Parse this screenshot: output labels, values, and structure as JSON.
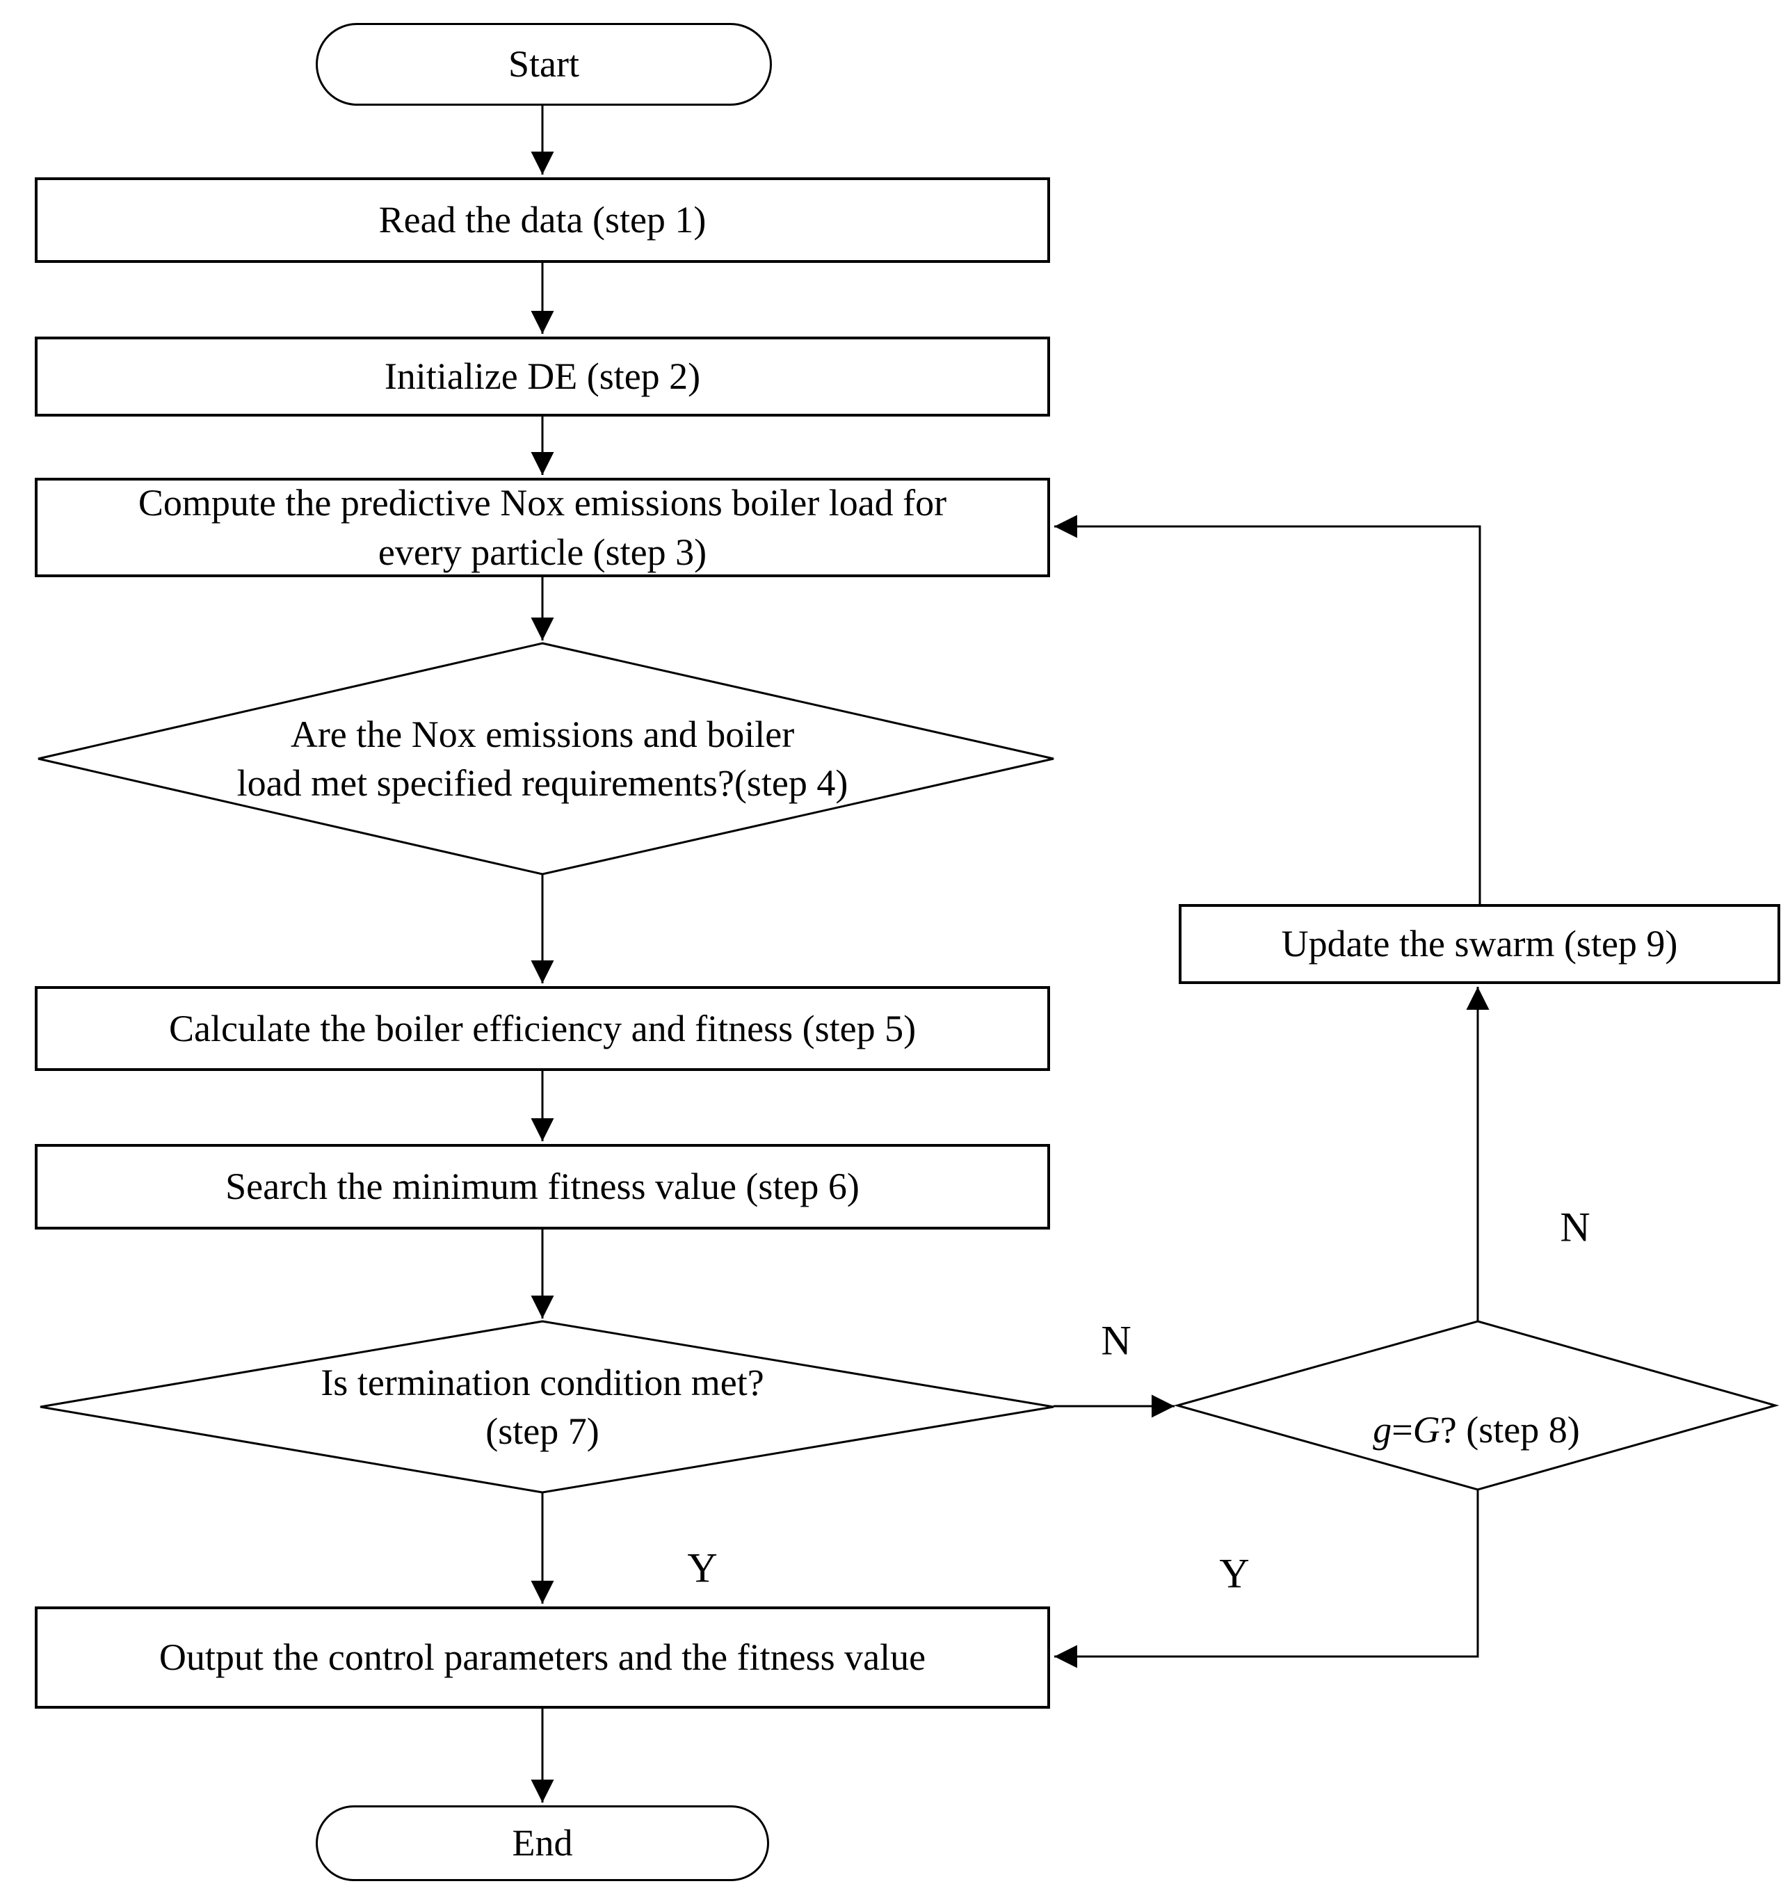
{
  "flowchart": {
    "colors": {
      "stroke": "#000000",
      "background": "#ffffff"
    },
    "nodes": {
      "start": {
        "label": "Start"
      },
      "step1": {
        "label": "Read the data (step 1)"
      },
      "step2": {
        "label": "Initialize DE (step 2)"
      },
      "step3": {
        "label": "Compute the predictive Nox emissions boiler load for\nevery particle (step 3)"
      },
      "step4": {
        "label": "Are the Nox emissions and boiler\nload met specified requirements?(step 4)"
      },
      "step5": {
        "label": "Calculate the boiler efficiency and fitness (step 5)"
      },
      "step6": {
        "label": "Search the minimum fitness value (step 6)"
      },
      "step7": {
        "label": "Is termination condition met?\n(step 7)"
      },
      "step8": {
        "var1": "g",
        "eq": "=",
        "var2": "G",
        "rest": "? (step 8)"
      },
      "step9": {
        "label": "Update the swarm (step 9)"
      },
      "output": {
        "label": "Output the control parameters and the fitness value"
      },
      "end": {
        "label": "End"
      }
    },
    "branch_labels": {
      "step7_no": "N",
      "step7_yes": "Y",
      "step8_no": "N",
      "step8_yes": "Y"
    }
  }
}
